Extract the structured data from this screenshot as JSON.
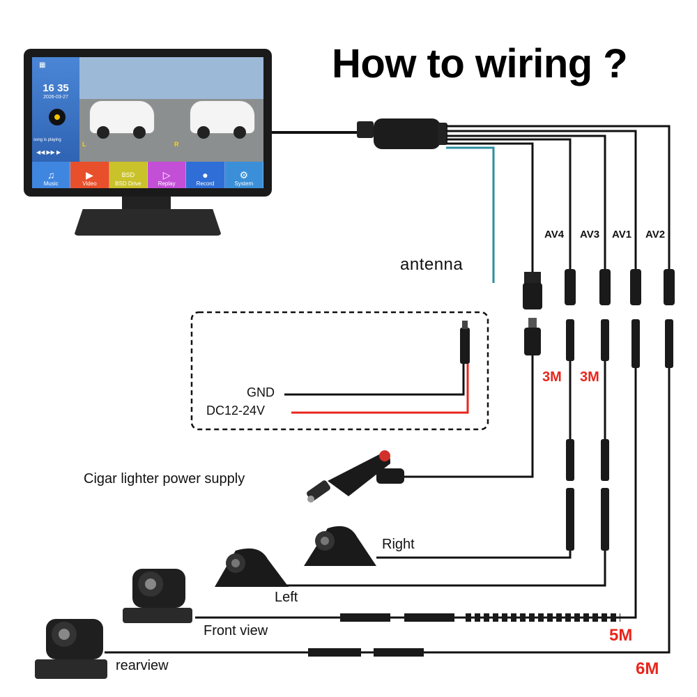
{
  "title": "How to wiring ?",
  "monitor": {
    "time": "16 35",
    "date": "2026-03-27",
    "song_status": "song is playing",
    "view_left_tag": "L",
    "view_right_tag": "R",
    "menu": [
      "Music",
      "Video",
      "BSD Drive",
      "Replay",
      "Record",
      "System"
    ],
    "menu_colors": [
      "#3f86e0",
      "#e8502c",
      "#c9c22a",
      "#c34fd6",
      "#2f6ed6",
      "#3a8fd8"
    ],
    "menu_icons": [
      "♫",
      "▶",
      "BSD",
      "▷",
      "●",
      "⚙"
    ]
  },
  "labels": {
    "antenna": "antenna",
    "gnd": "GND",
    "dc": "DC12-24V",
    "cigar": "Cigar lighter power supply",
    "right": "Right",
    "left": "Left",
    "front": "Front view",
    "rear": "rearview"
  },
  "channels": [
    "AV4",
    "AV3",
    "AV1",
    "AV2"
  ],
  "lengths": {
    "av4_ext": "3M",
    "av3_ext": "3M",
    "front_ext": "5M",
    "rear_ext": "6M"
  },
  "colors": {
    "wire": "#111111",
    "antenna": "#2a8fa0",
    "power_positive": "#e8261d",
    "length_text": "#e8261d"
  }
}
